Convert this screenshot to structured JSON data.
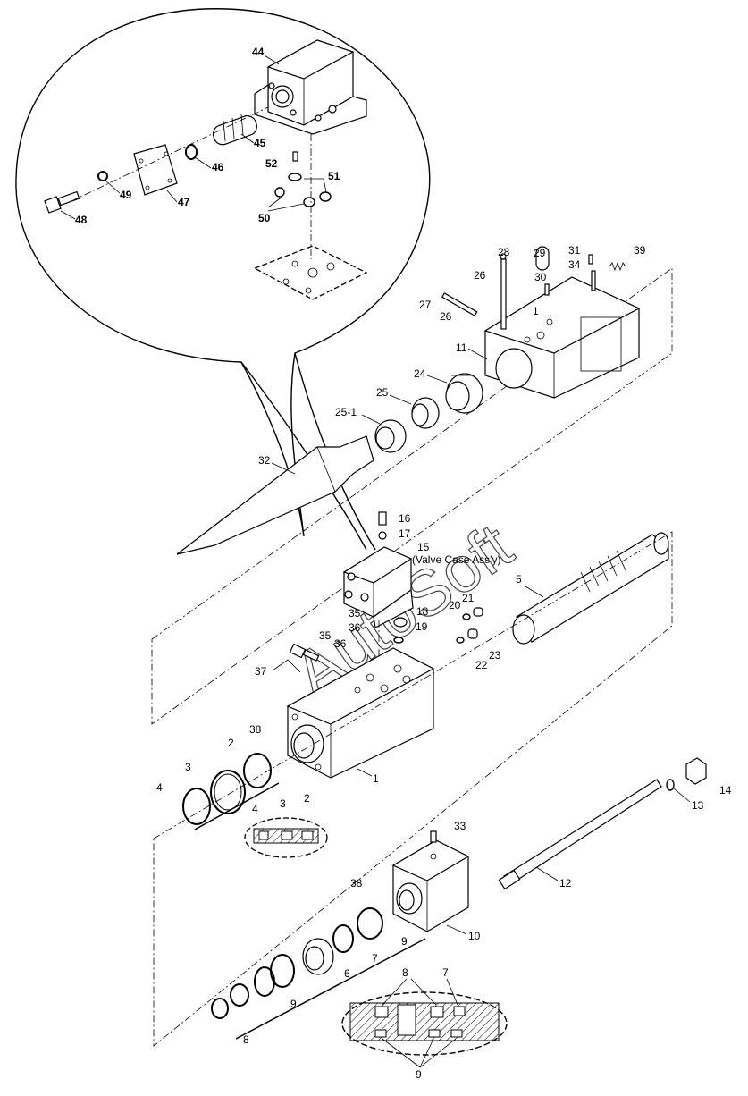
{
  "watermark": "AutoSoft",
  "valve_case_note": "(Valve Case Ass'y)",
  "labels": {
    "l44": "44",
    "l45": "45",
    "l46": "46",
    "l47": "47",
    "l48": "48",
    "l49": "49",
    "l50": "50",
    "l51": "51",
    "l52": "52",
    "l28": "28",
    "l29": "29",
    "l30": "30",
    "l31": "31",
    "l34": "34",
    "l39": "39",
    "l26a": "26",
    "l26b": "26",
    "l27": "27",
    "l11": "11",
    "l24": "24",
    "l25": "25",
    "l25_1": "25-1",
    "l32": "32",
    "l16": "16",
    "l17": "17",
    "l15": "15",
    "l5": "5",
    "l18": "18",
    "l19": "19",
    "l20": "20",
    "l21": "21",
    "l22": "22",
    "l23": "23",
    "l35a": "35",
    "l36a": "36",
    "l35b": "35",
    "l36b": "36",
    "l37": "37",
    "l38a": "38",
    "l2a": "2",
    "l3a": "3",
    "l4a": "4",
    "l1": "1",
    "l4b": "4",
    "l3b": "3",
    "l2b": "2",
    "l14": "14",
    "l13": "13",
    "l33": "33",
    "l12": "12",
    "l38b": "38",
    "l10": "10",
    "l9a": "9",
    "l7a": "7",
    "l6": "6",
    "l9b": "9",
    "l8a": "8",
    "l8b": "8",
    "l7b": "7",
    "l9c": "9",
    "l1small": "1"
  }
}
